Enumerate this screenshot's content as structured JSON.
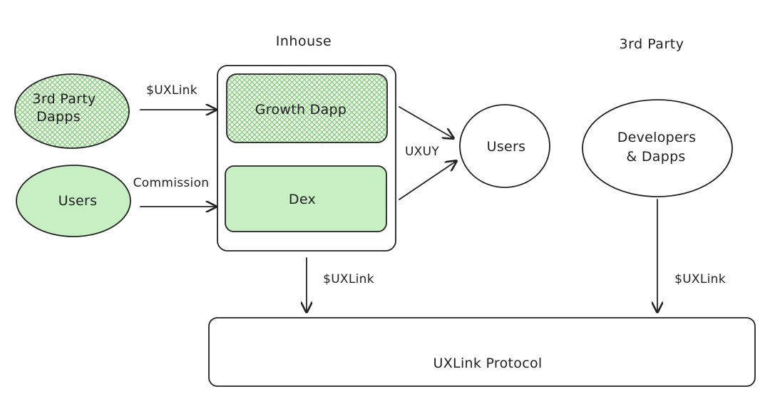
{
  "headers": {
    "inhouse": "Inhouse",
    "third_party": "3rd Party"
  },
  "nodes": {
    "third_party_dapps": [
      "3rd Party",
      "Dapps"
    ],
    "users_left": "Users",
    "growth_dapp": "Growth Dapp",
    "dex": "Dex",
    "users_right": "Users",
    "developers_dapps": [
      "Developers",
      "& Dapps"
    ],
    "uxlink_protocol": "UXLink Protocol"
  },
  "edges": {
    "dapps_to_growth": "$UXLink",
    "users_to_dex": "Commission",
    "inhouse_to_users": "UXUY",
    "inhouse_to_protocol": "$UXLink",
    "developers_to_protocol": "$UXLink"
  },
  "colors": {
    "green_fill": "#c8efc3",
    "green_hatch": "#7fbf78",
    "yellow_fill": "#fde6a0",
    "stroke": "#222222"
  }
}
